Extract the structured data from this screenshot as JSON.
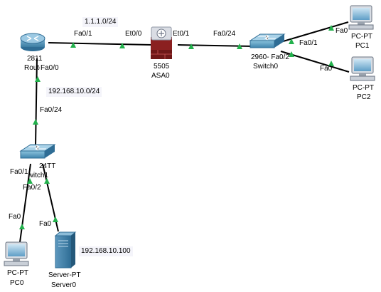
{
  "networks": {
    "wan": "1.1.1.0/24",
    "lan": "192.168.10.0/24",
    "server_ip": "192.168.10.100"
  },
  "devices": {
    "router": {
      "model": "2811",
      "name": "Router0"
    },
    "asa": {
      "model": "5505",
      "name": "ASA0"
    },
    "switch_right": {
      "model": "2960-",
      "name": "Switch0"
    },
    "switch_left": {
      "model": "24TT",
      "name": "Switch1"
    },
    "pc0": {
      "model": "PC-PT",
      "name": "PC0"
    },
    "pc1": {
      "model": "PC-PT",
      "name": "PC1"
    },
    "pc2": {
      "model": "PC-PT",
      "name": "PC2"
    },
    "server": {
      "model": "Server-PT",
      "name": "Server0"
    }
  },
  "ports": {
    "router_fa01": "Fa0/1",
    "router_fa00": "Fa0/0",
    "asa_et00": "Et0/0",
    "asa_et01": "Et0/1",
    "sw0_fa024": "Fa0/24",
    "sw0_fa01": "Fa0/1",
    "sw0_fa02": "Fa0/2",
    "pc1_fa0": "Fa0",
    "pc2_fa0": "Fa0",
    "sw1_fa024": "Fa0/24",
    "sw1_fa01": "Fa0/1",
    "sw1_fa02": "Fa0/2",
    "pc0_fa0": "Fa0",
    "server_fa0": "Fa0"
  },
  "colors": {
    "link": "#000000",
    "link_up": "#22b14c",
    "device_blue": "#4a8fb5",
    "asa_red": "#8b2020"
  }
}
